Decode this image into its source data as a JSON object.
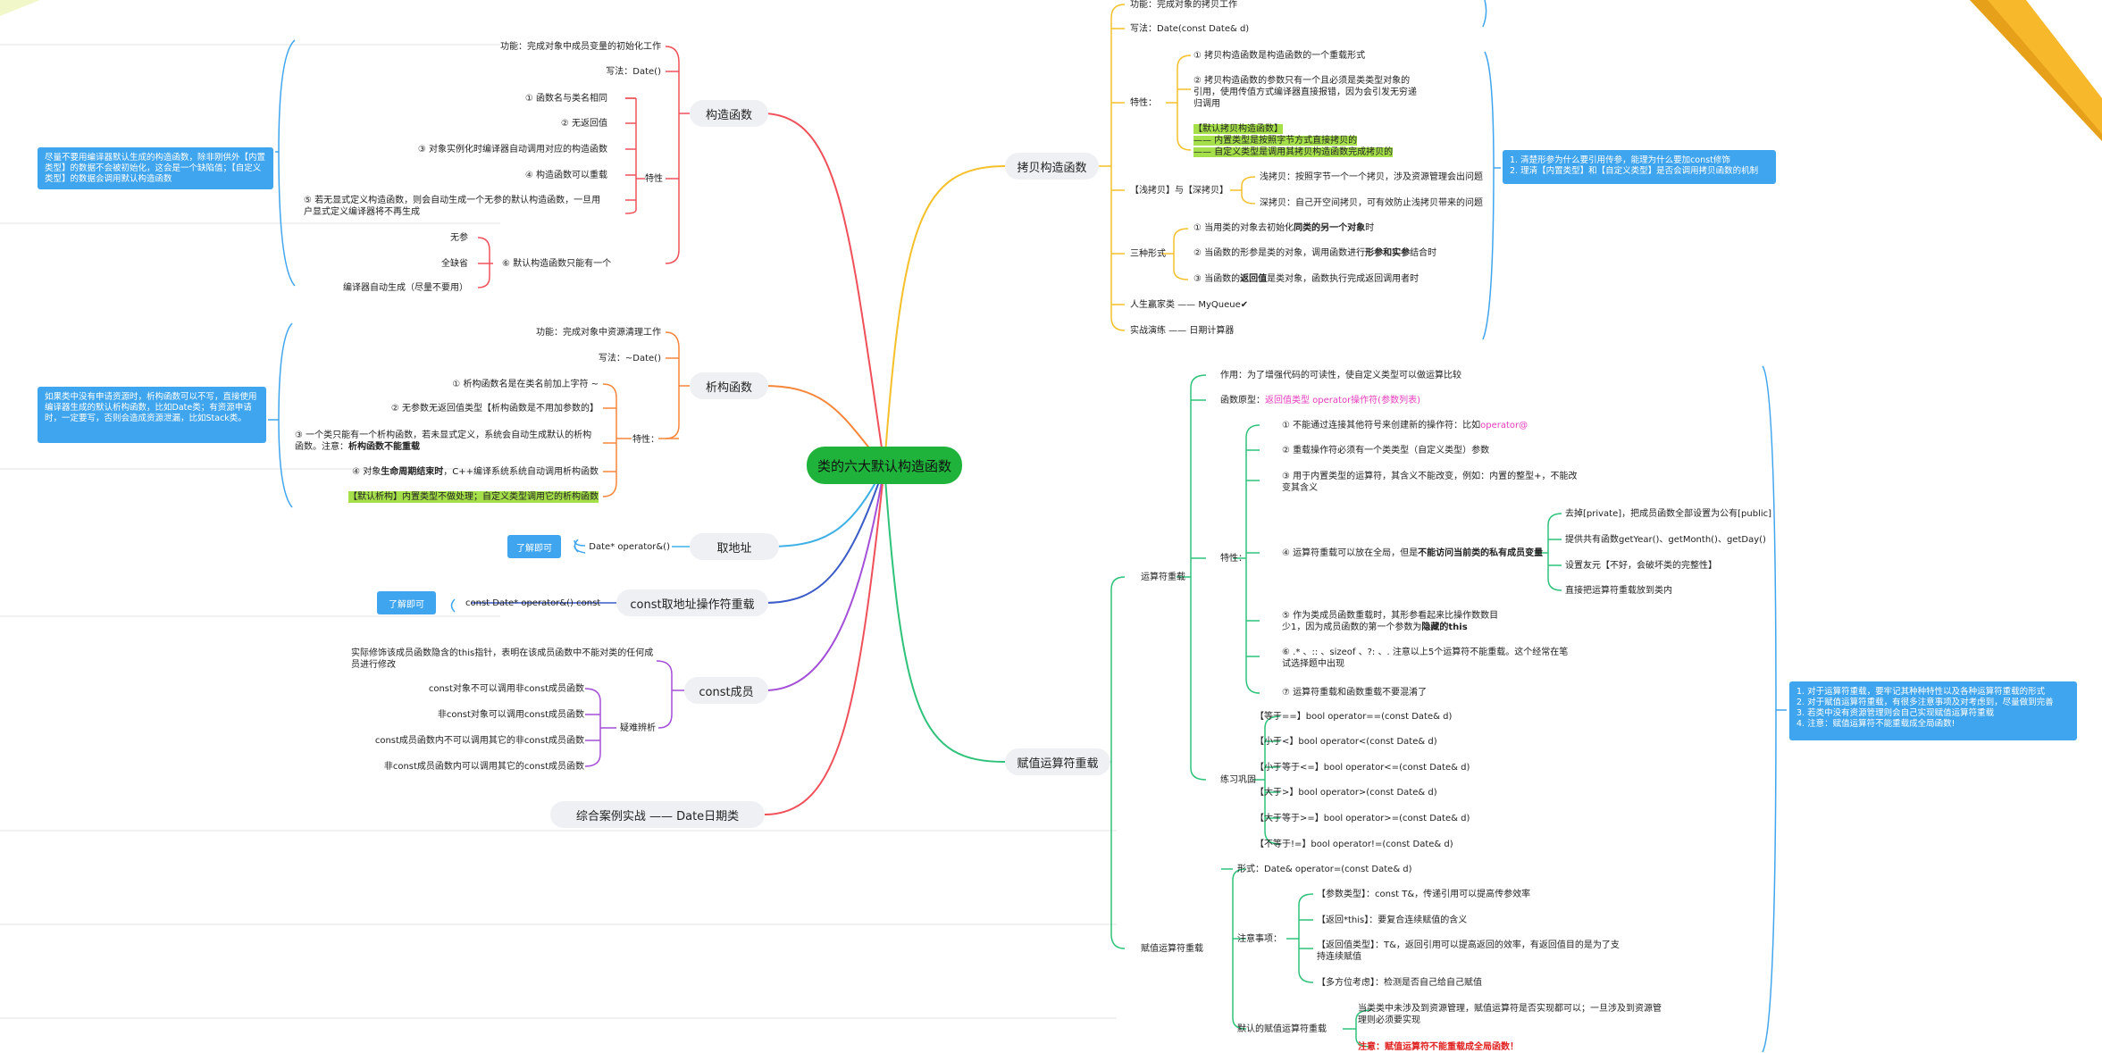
{
  "root": "类的六大默认构造函数",
  "colors": {
    "root": "#1fb33b",
    "ctor": "#f0505a",
    "dtor": "#f5863a",
    "addr": "#3fb0e6",
    "caddr": "#3a5bc8",
    "cmem": "#a34fd8",
    "case": "#f0505a",
    "copy": "#f5c02a",
    "assign": "#2ec27a",
    "note": "#3fa5ee",
    "highlight": "#a5e04a"
  },
  "ctor": {
    "title": "构造函数",
    "func": "功能：完成对象中成员变量的初始化工作",
    "syntax": "写法：Date()",
    "trait_label": "特性",
    "traits": [
      "① 函数名与类名相同",
      "② 无返回值",
      "③ 对象实例化时编译器自动调用对应的构造函数",
      "④ 构造函数可以重载"
    ],
    "trait5": "⑤ 若无显式定义构造函数，则会自动生成一个无参的默认构造函数，一旦用户显式定义编译器将不再生成",
    "trait6": "⑥ 默认构造函数只能有一个",
    "defaults": [
      "无参",
      "全缺省",
      "编译器自动生成（尽量不要用）"
    ],
    "note": "尽量不要用编译器默认生成的构造函数，除非刚供外【内置类型】的数据不会被初始化，这会是一个缺陷值；【自定义类型】的数据会调用默认构造函数"
  },
  "dtor": {
    "title": "析构函数",
    "func": "功能：完成对象中资源清理工作",
    "syntax": "写法：~Date()",
    "trait_label": "特性：",
    "traits": [
      "① 析构函数名是在类名前加上字符 ~",
      "② 无参数无返回值类型【析构函数是不用加参数的】"
    ],
    "t3a": "③ 一个类只能有一个析构函数，若未显式定义，系统会自动生成默认的析构函数。注意：",
    "t3b": "析构函数不能重载",
    "t4a": "④ 对象",
    "t4b": "生命周期结束时",
    "t4c": "，C++编译系统系统自动调用析构函数",
    "t5": "【默认析构】内置类型不做处理；自定义类型调用它的析构函数",
    "note": "如果类中没有申请资源时，析构函数可以不写，直接使用编译器生成的默认析构函数，比如Date类；有资源申请时，一定要写，否则会造成资源泄漏，比如Stack类。"
  },
  "addr": {
    "title": "取地址",
    "item": "Date* operator&()",
    "btn": "了解即可"
  },
  "caddr": {
    "title": "const取地址操作符重载",
    "item": "const Date* operator&() const",
    "btn": "了解即可"
  },
  "cmem": {
    "title": "const成员",
    "desc": "实际修饰该成员函数隐含的this指针，表明在该成员函数中不能对类的任何成员进行修改",
    "sub_label": "疑难辨析",
    "items": [
      "const对象不可以调用非const成员函数",
      "非const对象可以调用const成员函数",
      "const成员函数内不可以调用其它的非const成员函数",
      "非const成员函数内可以调用其它的const成员函数"
    ]
  },
  "case": {
    "title": "综合案例实战 —— Date日期类"
  },
  "copy": {
    "title": "拷贝构造函数",
    "func": "功能：完成对象的拷贝工作",
    "syntax": "写法：Date(const Date& d)",
    "trait_label": "特性：",
    "trait1": "① 拷贝构造函数是构造函数的一个重载形式",
    "trait2": "② 拷贝构造函数的参数只有一个且必须是类类型对象的引用，使用传值方式编译器直接报错，因为会引发无穷递归调用",
    "hl1": "【默认拷贝构造函数】",
    "hl2": "—— 内置类型是按照字节方式直接拷贝的",
    "hl3": "—— 自定义类型是调用其拷贝构造函数完成拷贝的",
    "sd_label": "【浅拷贝】与【深拷贝】",
    "shallow": "浅拷贝：按照字节一个一个拷贝，涉及资源管理会出问题",
    "deep": "深拷贝：自己开空间拷贝，可有效防止浅拷贝带来的问题",
    "forms_label": "三种形式",
    "f1a": "① 当用类的对象去初始化",
    "f1b": "同类的另一个对象",
    "f1c": "时",
    "f2a": "② 当函数的形参是类的对象，调用函数进行",
    "f2b": "形参和实参",
    "f2c": "结合时",
    "f3a": "③ 当函数的",
    "f3b": "返回值",
    "f3c": "是类对象，函数执行完成返回调用者时",
    "life": "人生赢家类 —— MyQueue✔",
    "practice": "实战演练 —— 日期计算器",
    "note": "1. 清楚形参为什么要引用传参，能理为什么要加const修饰\n2. 理清【内置类型】和【自定义类型】是否会调用拷贝函数的机制"
  },
  "assign": {
    "title": "赋值运算符重载",
    "op_label": "运算符重载",
    "purpose": "作用：为了增强代码的可读性，使自定义类型可以做运算比较",
    "proto_label": "函数原型：",
    "proto": "返回值类型 operator操作符(参数列表)",
    "trait_label": "特性：",
    "t1a": "① 不能通过连接其他符号来创建新的操作符：比如",
    "t1b": "operator@",
    "t2": "② 重载操作符必须有一个类类型（自定义类型）参数",
    "t3": "③ 用于内置类型的运算符，其含义不能改变，例如：内置的整型+，不能改变其含义",
    "t4a": "④ 运算符重载可以放在全局，但是",
    "t4b": "不能访问当前类的私有成员变量",
    "t4subs": [
      "去掉[private]，把成员函数全部设置为公有[public]",
      "提供共有函数getYear()、getMonth()、getDay()",
      "设置友元【不好，会破坏类的完整性】",
      "直接把运算符重载放到类内"
    ],
    "t5a": "⑤ 作为类成员函数重载时，其形参看起来比操作数数目少1，因为成员函数的第一个参数为",
    "t5b": "隐藏的this",
    "t6": "⑥ .* 、:: 、sizeof 、?: 、. 注意以上5个运算符不能重载。这个经常在笔试选择题中出现",
    "t7": "⑦ 运算符重载和函数重载不要混淆了",
    "practice_label": "练习巩固",
    "practice": [
      "【等于==】bool operator==(const Date& d)",
      "【小于<】bool operator<(const Date& d)",
      "【小于等于<=】bool operator<=(const Date& d)",
      "【大于>】bool operator>(const Date& d)",
      "【大于等于>=】bool operator>=(const Date& d)",
      "【不等于!=】bool operator!=(const Date& d)"
    ],
    "asg_label": "赋值运算符重载",
    "asg_form": "形式：Date& operator=(const Date& d)",
    "attn_label": "注意事项：",
    "attn": [
      "【参数类型】：const T&，传递引用可以提高传参效率",
      "【返回*this】：要复合连续赋值的含义",
      "【返回值类型】：T&，返回引用可以提高返回的效率，有返回值目的是为了支持连续赋值",
      "【多方位考虑】：检测是否自己给自己赋值"
    ],
    "default_label": "默认的赋值运算符重载",
    "default_desc": "当类类中未涉及到资源管理，赋值运算符是否实现都可以；一旦涉及到资源管理则必须要实现",
    "default_warn": "注意：赋值运算符不能重载成全局函数！",
    "note": "1. 对于运算符重载，要牢记其种种特性以及各种运算符重载的形式\n2. 对于赋值运算符重载，有很多注意事项及对考虑到，尽量做到完善\n3. 若类中没有资源管理则会自己实现赋值运算符重载\n4. 注意：赋值运算符不能重载成全局函数!"
  }
}
